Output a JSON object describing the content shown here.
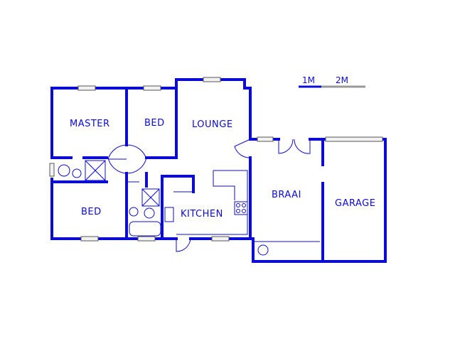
{
  "rooms": {
    "master": "MASTER",
    "bed_top": "BED",
    "lounge": "LOUNGE",
    "bed_bottom": "BED",
    "kitchen": "KITCHEN",
    "braai": "BRAAI",
    "garage": "GARAGE"
  },
  "scale": {
    "label_1": "1M",
    "label_2": "2M"
  },
  "colors": {
    "wall": "#0b0bd6",
    "background": "#ffffff"
  }
}
